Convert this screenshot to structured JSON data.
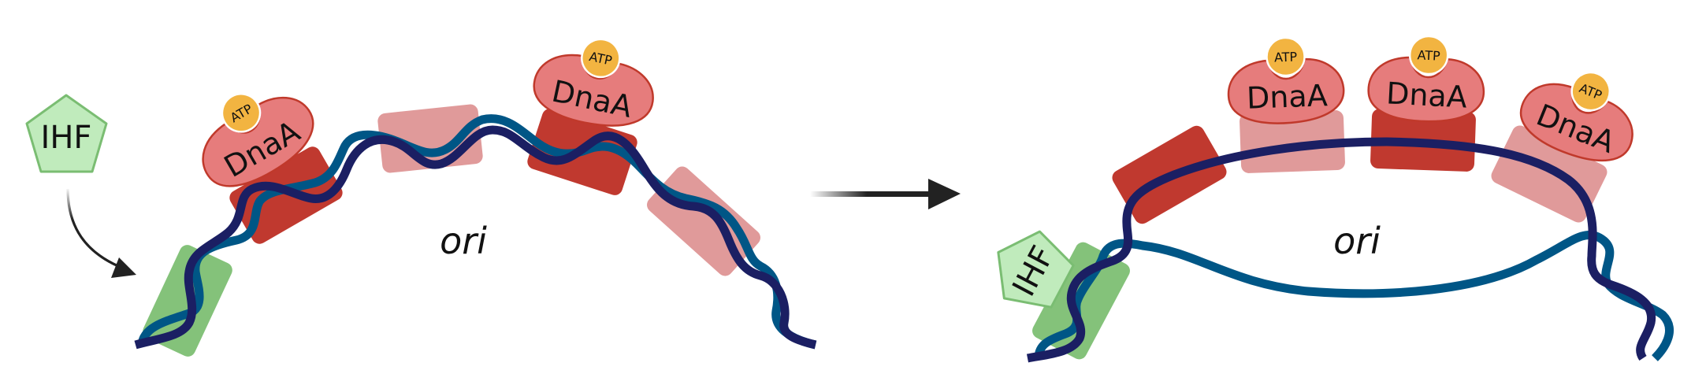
{
  "figure": {
    "description": "DnaA-ATP binding at the origin of replication (ori) with IHF leading to strand opening",
    "colors": {
      "dna_strand_dark": "#1b1f63",
      "dna_strand_teal": "#005686",
      "dnaa_fill": "#e67c7c",
      "dnaa_stroke": "#c0392b",
      "atp_fill": "#f2b441",
      "high_affinity_box": "#c0392f",
      "low_affinity_box": "#e09a9a",
      "ihf_fill": "#c0ebbc",
      "ihf_stroke": "#7abd72",
      "ihf_site": "#84c27a",
      "arrow": "#222222"
    }
  },
  "left_panel": {
    "ihf_label": "IHF",
    "ori_label": "ori",
    "dnaa_proteins": [
      {
        "label": "DnaA",
        "ligand": "ATP"
      },
      {
        "label": "DnaA",
        "ligand": "ATP"
      }
    ]
  },
  "transition_arrow": {
    "icon": "right-arrow-icon"
  },
  "right_panel": {
    "ihf_label": "IHF",
    "ori_label": "ori",
    "dnaa_proteins": [
      {
        "label": "DnaA",
        "ligand": "ATP"
      },
      {
        "label": "DnaA",
        "ligand": "ATP"
      },
      {
        "label": "DnaA",
        "ligand": "ATP"
      }
    ]
  }
}
